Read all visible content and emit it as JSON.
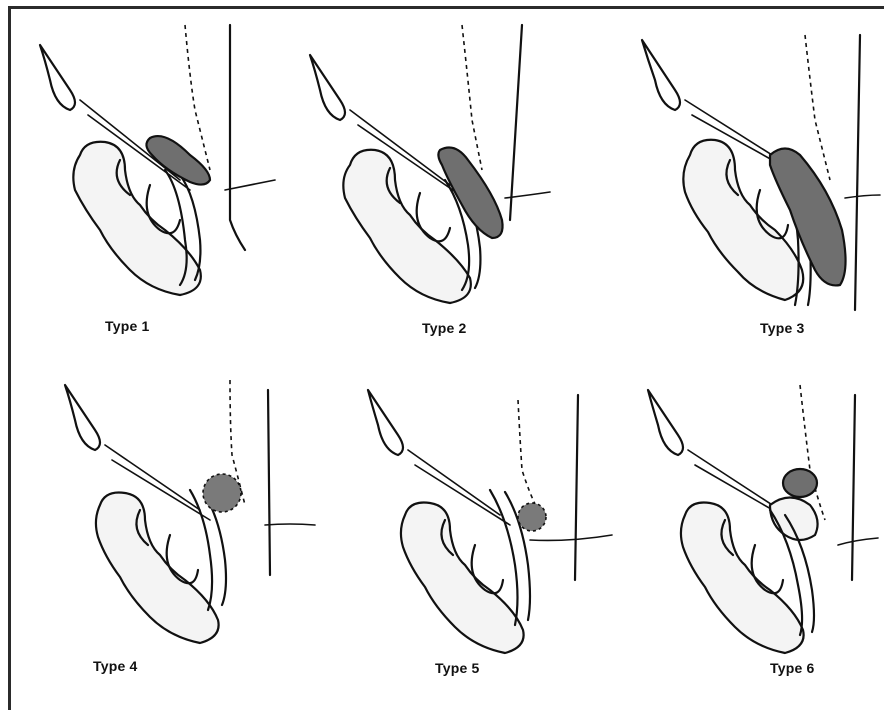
{
  "figure": {
    "panels": [
      {
        "label": "Type 1"
      },
      {
        "label": "Type 2"
      },
      {
        "label": "Type 3"
      },
      {
        "label": "Type 4"
      },
      {
        "label": "Type 5"
      },
      {
        "label": "Type 6"
      }
    ]
  },
  "colors": {
    "lesion": "#6f6f6f",
    "bone": "#f4f4f4",
    "line": "#111111",
    "frame": "#2b2b2b"
  }
}
